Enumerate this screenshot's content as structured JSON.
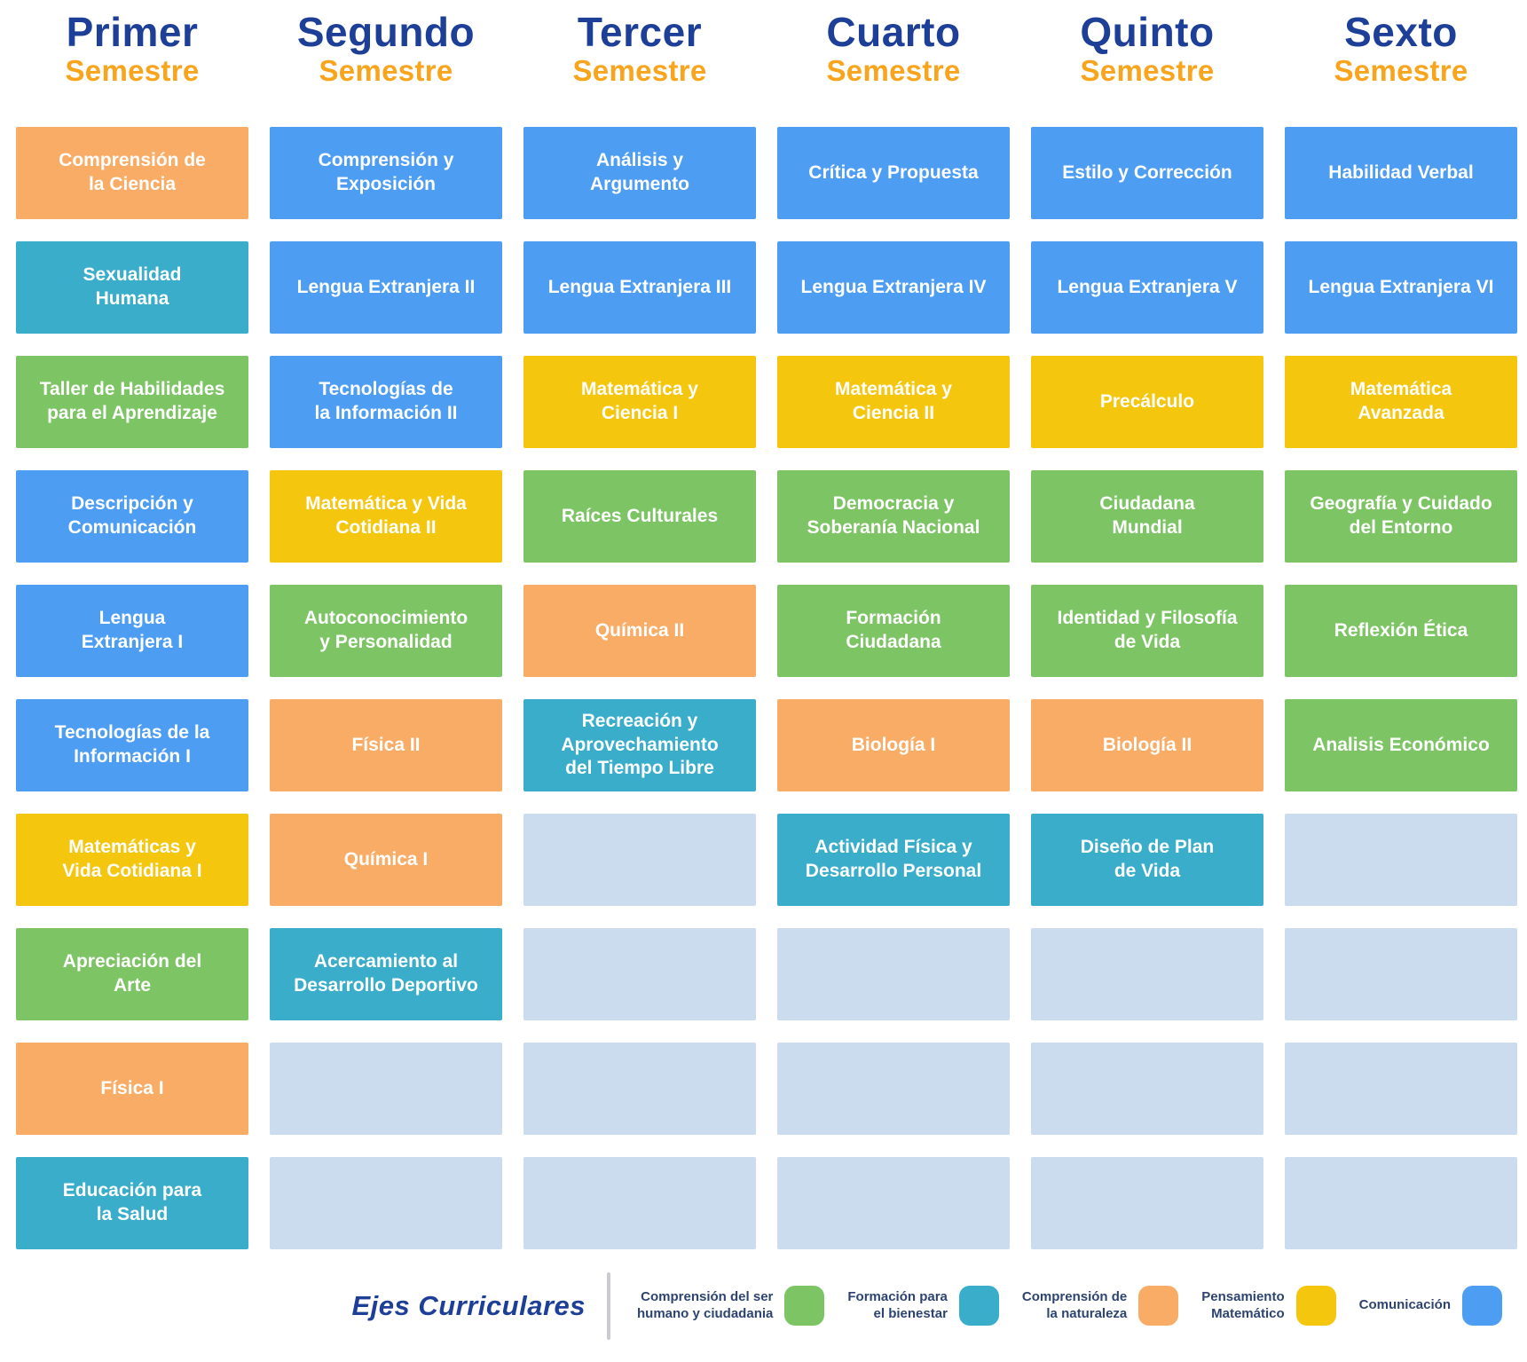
{
  "board": {
    "columns": [
      {
        "title": "Primer",
        "subtitle": "Semestre",
        "cards": [
          {
            "label": "Comprensión de\nla Ciencia",
            "category": "naturaleza"
          },
          {
            "label": "Sexualidad\nHumana",
            "category": "bienestar"
          },
          {
            "label": "Taller de Habilidades\npara el Aprendizaje",
            "category": "humano"
          },
          {
            "label": "Descripción y\nComunicación",
            "category": "comunicacion"
          },
          {
            "label": "Lengua\nExtranjera I",
            "category": "comunicacion"
          },
          {
            "label": "Tecnologías de la\nInformación I",
            "category": "comunicacion"
          },
          {
            "label": "Matemáticas y\nVida Cotidiana I",
            "category": "matematico"
          },
          {
            "label": "Apreciación del\nArte",
            "category": "humano"
          },
          {
            "label": "Física I",
            "category": "naturaleza"
          },
          {
            "label": "Educación para\nla Salud",
            "category": "bienestar"
          }
        ]
      },
      {
        "title": "Segundo",
        "subtitle": "Semestre",
        "cards": [
          {
            "label": "Comprensión y\nExposición",
            "category": "comunicacion"
          },
          {
            "label": "Lengua Extranjera II",
            "category": "comunicacion"
          },
          {
            "label": "Tecnologías de\nla Información II",
            "category": "comunicacion"
          },
          {
            "label": "Matemática y Vida\nCotidiana II",
            "category": "matematico"
          },
          {
            "label": "Autoconocimiento\ny Personalidad",
            "category": "humano"
          },
          {
            "label": "Física II",
            "category": "naturaleza"
          },
          {
            "label": "Química I",
            "category": "naturaleza"
          },
          {
            "label": "Acercamiento al\nDesarrollo Deportivo",
            "category": "bienestar"
          },
          {
            "label": "",
            "category": "empty"
          },
          {
            "label": "",
            "category": "empty"
          }
        ]
      },
      {
        "title": "Tercer",
        "subtitle": "Semestre",
        "cards": [
          {
            "label": "Análisis y\nArgumento",
            "category": "comunicacion"
          },
          {
            "label": "Lengua Extranjera III",
            "category": "comunicacion"
          },
          {
            "label": "Matemática y\nCiencia I",
            "category": "matematico"
          },
          {
            "label": "Raíces Culturales",
            "category": "humano"
          },
          {
            "label": "Química II",
            "category": "naturaleza"
          },
          {
            "label": "Recreación y\nAprovechamiento\ndel Tiempo Libre",
            "category": "bienestar"
          },
          {
            "label": "",
            "category": "empty"
          },
          {
            "label": "",
            "category": "empty"
          },
          {
            "label": "",
            "category": "empty"
          },
          {
            "label": "",
            "category": "empty"
          }
        ]
      },
      {
        "title": "Cuarto",
        "subtitle": "Semestre",
        "cards": [
          {
            "label": "Crítica y Propuesta",
            "category": "comunicacion"
          },
          {
            "label": "Lengua Extranjera IV",
            "category": "comunicacion"
          },
          {
            "label": "Matemática y\nCiencia II",
            "category": "matematico"
          },
          {
            "label": "Democracia y\nSoberanía Nacional",
            "category": "humano"
          },
          {
            "label": "Formación\nCiudadana",
            "category": "humano"
          },
          {
            "label": "Biología I",
            "category": "naturaleza"
          },
          {
            "label": "Actividad Física y\nDesarrollo Personal",
            "category": "bienestar"
          },
          {
            "label": "",
            "category": "empty"
          },
          {
            "label": "",
            "category": "empty"
          },
          {
            "label": "",
            "category": "empty"
          }
        ]
      },
      {
        "title": "Quinto",
        "subtitle": "Semestre",
        "cards": [
          {
            "label": "Estilo y Corrección",
            "category": "comunicacion"
          },
          {
            "label": "Lengua Extranjera V",
            "category": "comunicacion"
          },
          {
            "label": "Precálculo",
            "category": "matematico"
          },
          {
            "label": "Ciudadana\nMundial",
            "category": "humano"
          },
          {
            "label": "Identidad y Filosofía\nde Vida",
            "category": "humano"
          },
          {
            "label": "Biología II",
            "category": "naturaleza"
          },
          {
            "label": "Diseño de Plan\nde Vida",
            "category": "bienestar"
          },
          {
            "label": "",
            "category": "empty"
          },
          {
            "label": "",
            "category": "empty"
          },
          {
            "label": "",
            "category": "empty"
          }
        ]
      },
      {
        "title": "Sexto",
        "subtitle": "Semestre",
        "cards": [
          {
            "label": "Habilidad Verbal",
            "category": "comunicacion"
          },
          {
            "label": "Lengua Extranjera VI",
            "category": "comunicacion"
          },
          {
            "label": "Matemática\nAvanzada",
            "category": "matematico"
          },
          {
            "label": "Geografía y Cuidado\ndel Entorno",
            "category": "humano"
          },
          {
            "label": "Reflexión Ética",
            "category": "humano"
          },
          {
            "label": "Analisis Económico",
            "category": "humano"
          },
          {
            "label": "",
            "category": "empty"
          },
          {
            "label": "",
            "category": "empty"
          },
          {
            "label": "",
            "category": "empty"
          },
          {
            "label": "",
            "category": "empty"
          }
        ]
      }
    ]
  },
  "legend": {
    "title": "Ejes Curriculares",
    "items": [
      {
        "label": "Comprensión del ser\nhumano y ciudadania",
        "category": "humano"
      },
      {
        "label": "Formación para\nel bienestar",
        "category": "bienestar"
      },
      {
        "label": "Comprensión de\nla naturaleza",
        "category": "naturaleza"
      },
      {
        "label": "Pensamiento\nMatemático",
        "category": "matematico"
      },
      {
        "label": "Comunicación",
        "category": "comunicacion"
      }
    ]
  },
  "colors": {
    "humano": "#7dc465",
    "bienestar": "#39adc9",
    "naturaleza": "#f9ac66",
    "matematico": "#f4c60e",
    "comunicacion": "#4d9df3",
    "empty": "#cbdcee",
    "title_navy": "#1e3f97",
    "subtitle_orange": "#f8a41c",
    "legend_text": "#2e4470"
  }
}
